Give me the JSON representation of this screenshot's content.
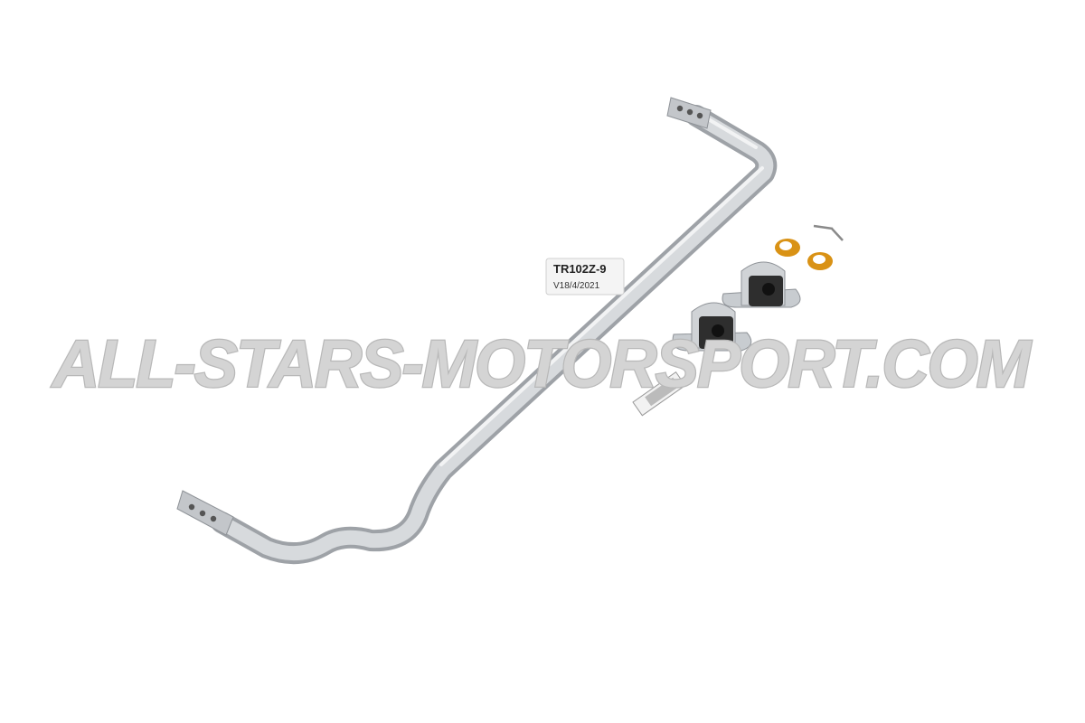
{
  "product": {
    "bar_label_code": "TR102Z-9",
    "bar_label_version": "V18/4/2021",
    "bar_color": "#c9ccd0",
    "bushing_color": "#2e2e2e",
    "lock_collar_color": "#e8a31a"
  },
  "watermark": {
    "text": "ALL-STARS-MOTORSPORT.COM"
  }
}
